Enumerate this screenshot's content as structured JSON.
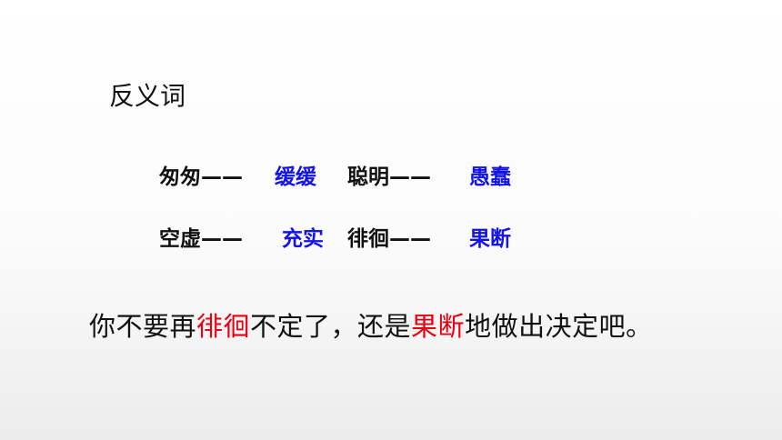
{
  "title": "反义词",
  "pairs": [
    {
      "word": "匆匆——",
      "answer": "缓缓"
    },
    {
      "word": "聪明——",
      "answer": "愚蠢"
    },
    {
      "word": "空虚——",
      "answer": "充实"
    },
    {
      "word": "徘徊——",
      "answer": "果断"
    }
  ],
  "sentence": {
    "part1": "你不要再",
    "highlight1": "徘徊",
    "part2": "不定了，还是",
    "highlight2": "果断",
    "part3": "地做出决定吧。"
  },
  "colors": {
    "answer": "#1414e6",
    "highlight": "#e60012",
    "text": "#111111"
  }
}
